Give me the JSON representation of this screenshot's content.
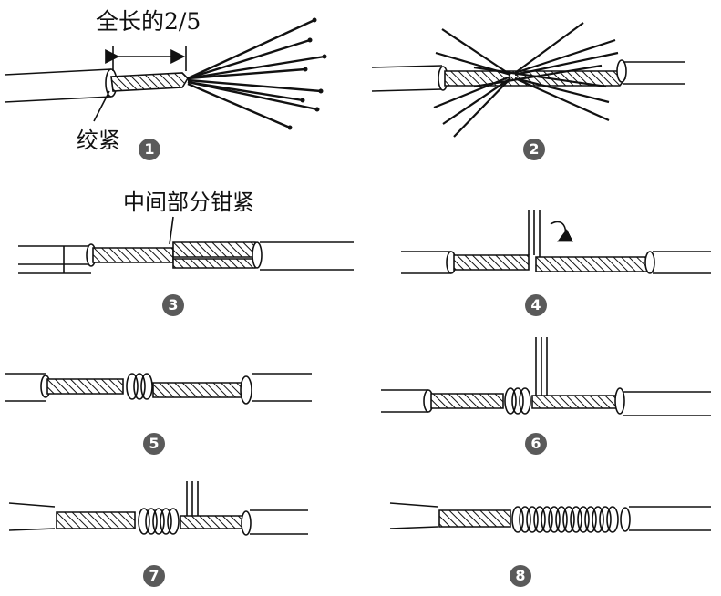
{
  "labels": {
    "full_length_fraction": "全长的2/5",
    "twist_tight": "绞紧",
    "middle_clamp": "中间部分钳紧"
  },
  "steps": [
    {
      "number": "1"
    },
    {
      "number": "2"
    },
    {
      "number": "3"
    },
    {
      "number": "4"
    },
    {
      "number": "5"
    },
    {
      "number": "6"
    },
    {
      "number": "7"
    },
    {
      "number": "8"
    }
  ]
}
